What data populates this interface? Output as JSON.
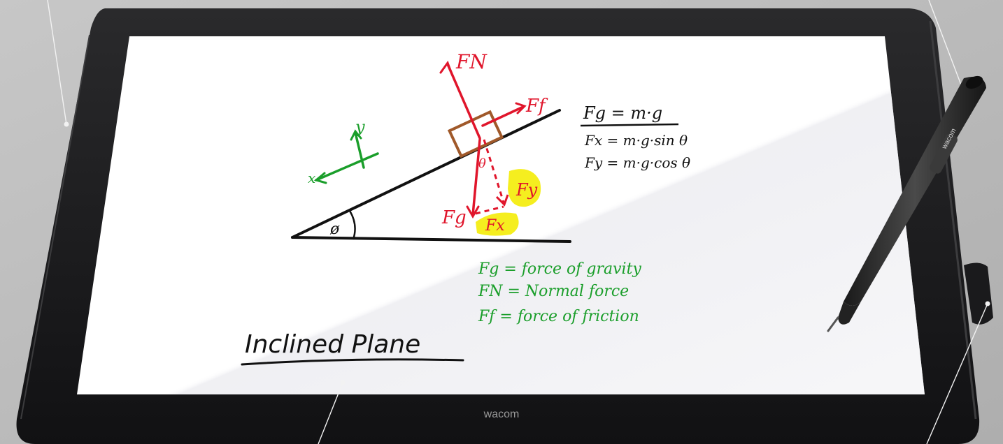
{
  "screen": {
    "title": "Inclined Plane",
    "vector_labels": {
      "normal": "FN",
      "normal_sub": "N",
      "friction": "Ff",
      "gravity": "Fg",
      "fx": "Fx",
      "fy": "Fy",
      "theta": "θ",
      "phi": "ø",
      "axis_x": "x",
      "axis_y": "y"
    },
    "equations": [
      "Fg = m·g",
      "Fx = m·g·sin θ",
      "Fy = m·g·cos θ"
    ],
    "legend": [
      "Fg = force of gravity",
      "FN = Normal force",
      "Ff = force of friction"
    ]
  },
  "device": {
    "brand": "wacom",
    "pen_brand": "wacom"
  },
  "colors": {
    "bezel": "#1d1d1f",
    "screen": "#ffffff",
    "ink_black": "#111111",
    "ink_red": "#e0152b",
    "ink_green": "#1a9e2a",
    "ink_brown": "#a0592a",
    "highlight": "#f5ee1f",
    "background": "#b9b9b9"
  }
}
